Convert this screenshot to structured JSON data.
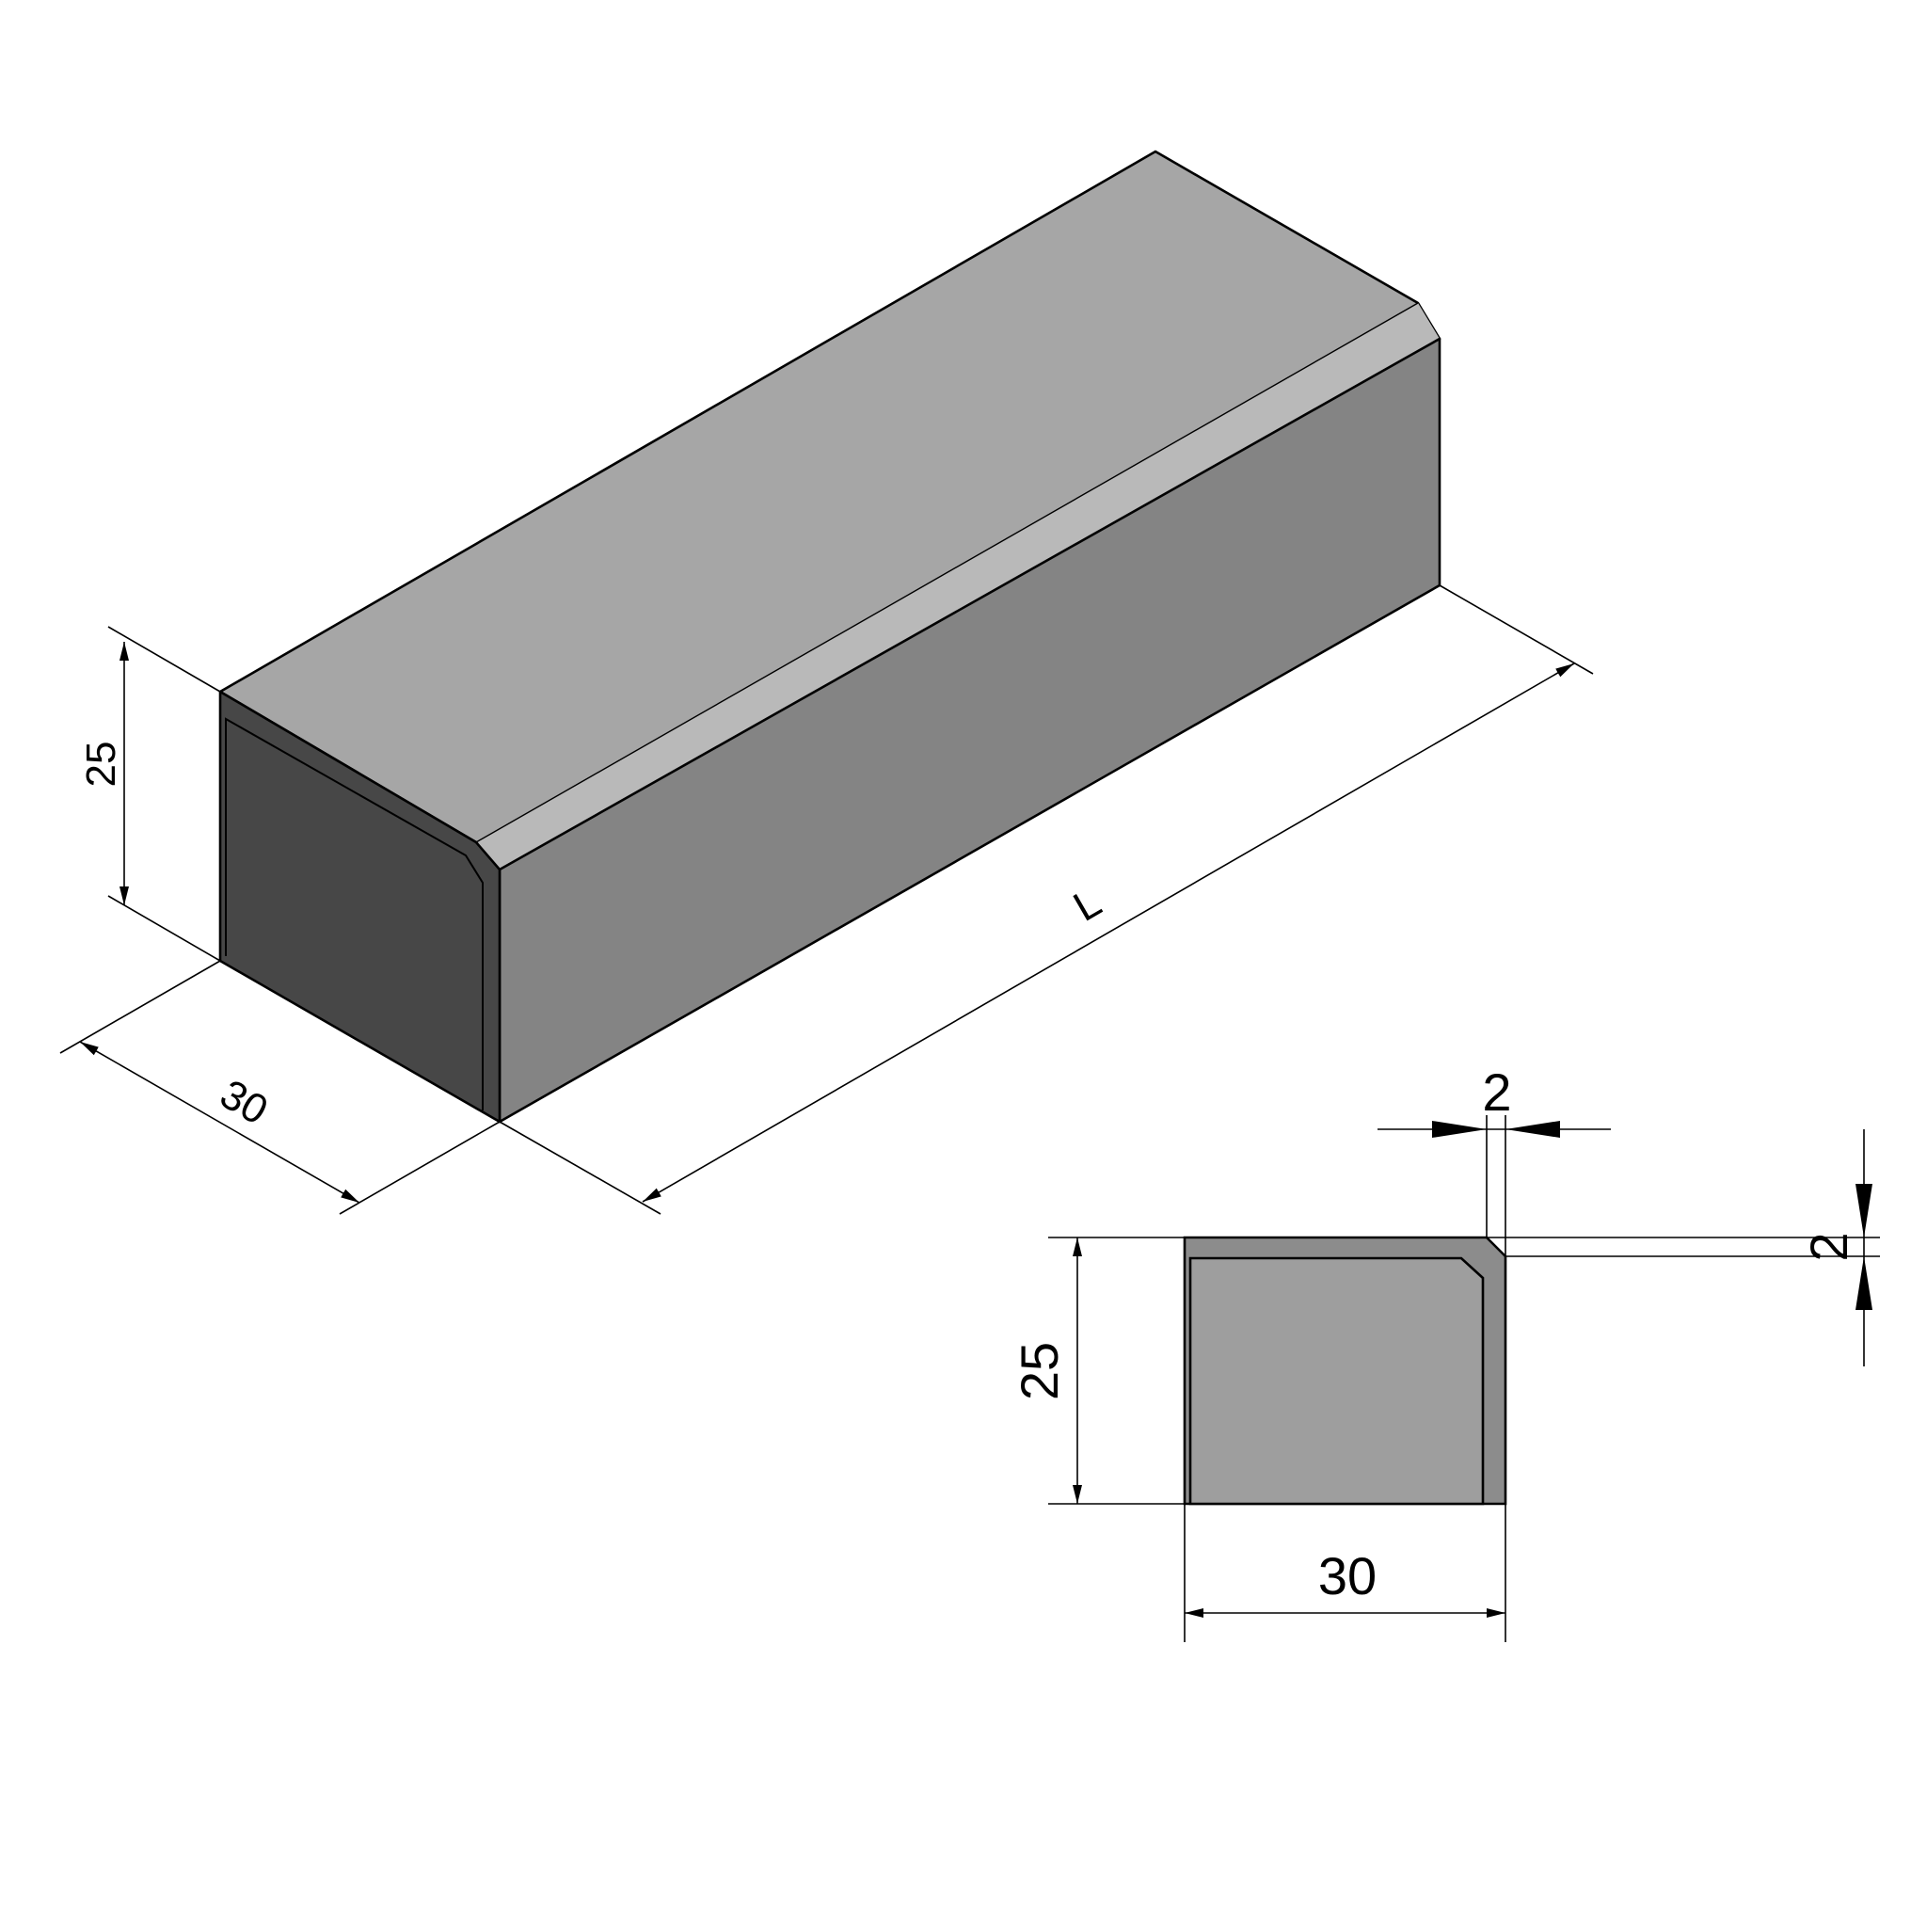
{
  "isometric": {
    "dims": {
      "height": "25",
      "width": "30",
      "length": "L"
    }
  },
  "section": {
    "dims": {
      "chamfer_x": "2",
      "chamfer_y": "2",
      "height": "25",
      "width": "30"
    }
  },
  "colors": {
    "top_face": "#a6a6a6",
    "side_face": "#848484",
    "chamfer_highlight": "#b9b9b9",
    "end_face": "#474747",
    "section_inner": "#9e9e9e",
    "section_outer": "#8c8c8c",
    "line": "#000000"
  }
}
